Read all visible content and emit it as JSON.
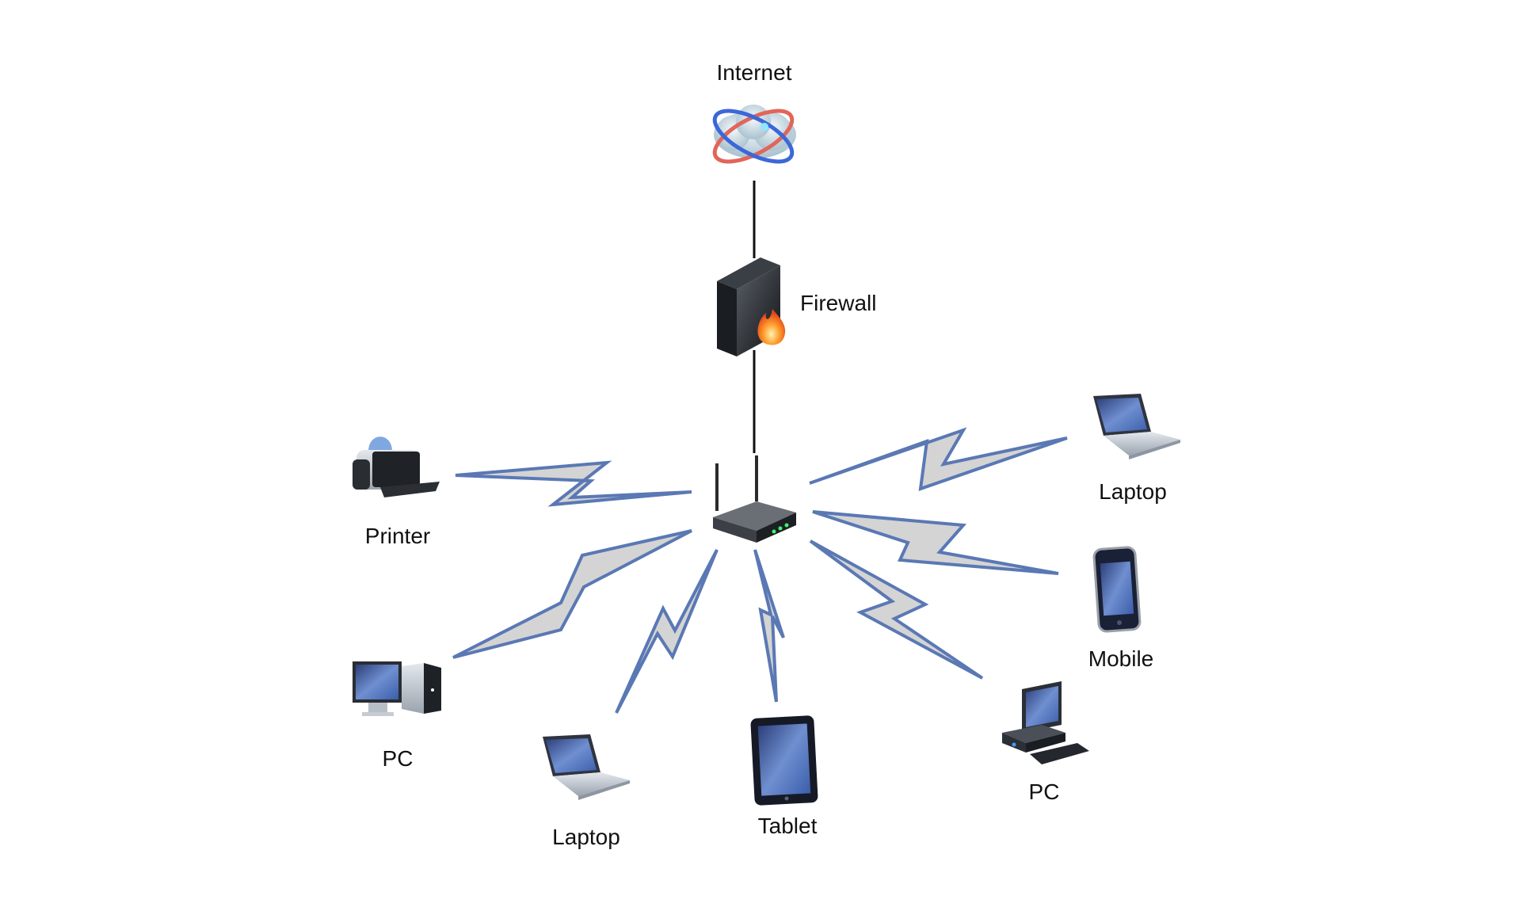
{
  "diagram": {
    "type": "network-topology",
    "hub": {
      "id": "router",
      "label": "",
      "icon": "wireless-router-icon"
    },
    "nodes": [
      {
        "id": "internet",
        "label": "Internet",
        "icon": "internet-cloud-icon"
      },
      {
        "id": "firewall",
        "label": "Firewall",
        "icon": "firewall-icon"
      },
      {
        "id": "printer",
        "label": "Printer",
        "icon": "printer-icon"
      },
      {
        "id": "pc-left",
        "label": "PC",
        "icon": "desktop-tower-pc-icon"
      },
      {
        "id": "laptop-bottom",
        "label": "Laptop",
        "icon": "laptop-icon"
      },
      {
        "id": "tablet",
        "label": "Tablet",
        "icon": "tablet-icon"
      },
      {
        "id": "pc-right",
        "label": "PC",
        "icon": "desktop-pc-icon"
      },
      {
        "id": "mobile",
        "label": "Mobile",
        "icon": "mobile-phone-icon"
      },
      {
        "id": "laptop-right",
        "label": "Laptop",
        "icon": "laptop-icon"
      }
    ],
    "edges": [
      {
        "from": "internet",
        "to": "firewall",
        "type": "wired"
      },
      {
        "from": "firewall",
        "to": "router",
        "type": "wired"
      },
      {
        "from": "router",
        "to": "printer",
        "type": "wireless"
      },
      {
        "from": "router",
        "to": "pc-left",
        "type": "wireless"
      },
      {
        "from": "router",
        "to": "laptop-bottom",
        "type": "wireless"
      },
      {
        "from": "router",
        "to": "tablet",
        "type": "wireless"
      },
      {
        "from": "router",
        "to": "pc-right",
        "type": "wireless"
      },
      {
        "from": "router",
        "to": "mobile",
        "type": "wireless"
      },
      {
        "from": "router",
        "to": "laptop-right",
        "type": "wireless"
      }
    ],
    "colors": {
      "wireless_stroke": "#5a78b4",
      "wireless_fill": "#d4d4d4",
      "wire": "#111111",
      "label_text": "#111111"
    }
  }
}
